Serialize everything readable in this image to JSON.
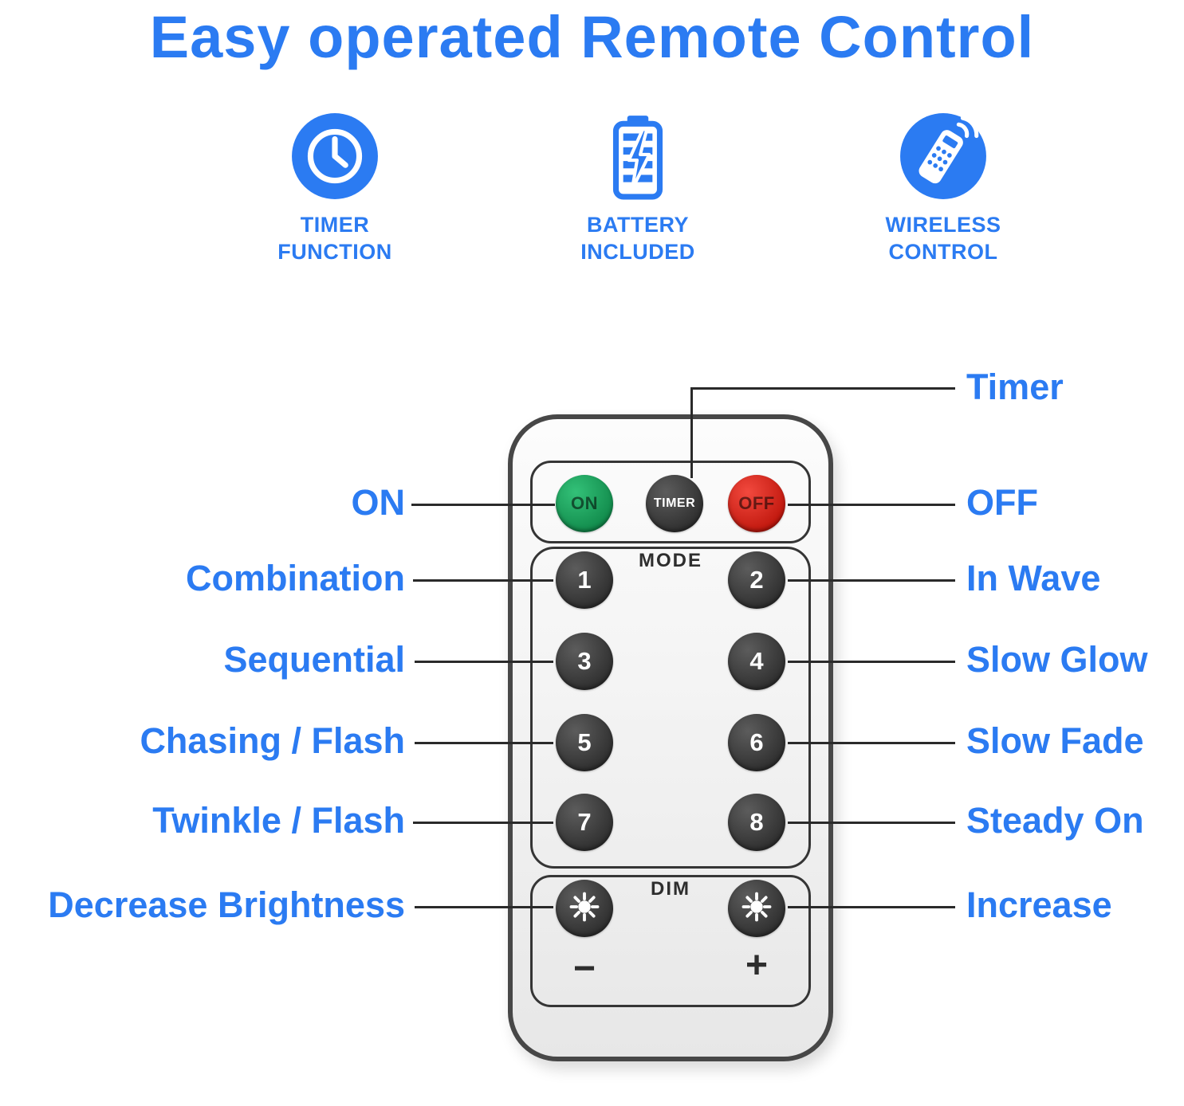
{
  "page": {
    "title": "Easy operated Remote Control"
  },
  "features": [
    {
      "label_line1": "TIMER",
      "label_line2": "FUNCTION"
    },
    {
      "label_line1": "BATTERY",
      "label_line2": "INCLUDED"
    },
    {
      "label_line1": "WIRELESS",
      "label_line2": "CONTROL"
    }
  ],
  "remote": {
    "on_label": "ON",
    "timer_label": "TIMER",
    "off_label": "OFF",
    "mode_label": "MODE",
    "mode_buttons": [
      "1",
      "2",
      "3",
      "4",
      "5",
      "6",
      "7",
      "8"
    ],
    "dim_label": "DIM",
    "dim_minus": "−",
    "dim_plus": "+"
  },
  "callouts": {
    "left": [
      "ON",
      "Combination",
      "Sequential",
      "Chasing / Flash",
      "Twinkle / Flash",
      "Decrease Brightness"
    ],
    "right": [
      "Timer",
      "OFF",
      "In Wave",
      "Slow Glow",
      "Slow Fade",
      "Steady On",
      "Increase"
    ]
  },
  "colors": {
    "accent_blue": "#2b7bf2",
    "on_green": "#18a75c",
    "off_red": "#e02316",
    "button_dark": "#3a3a3a",
    "line_dark": "#2a2a2a"
  }
}
